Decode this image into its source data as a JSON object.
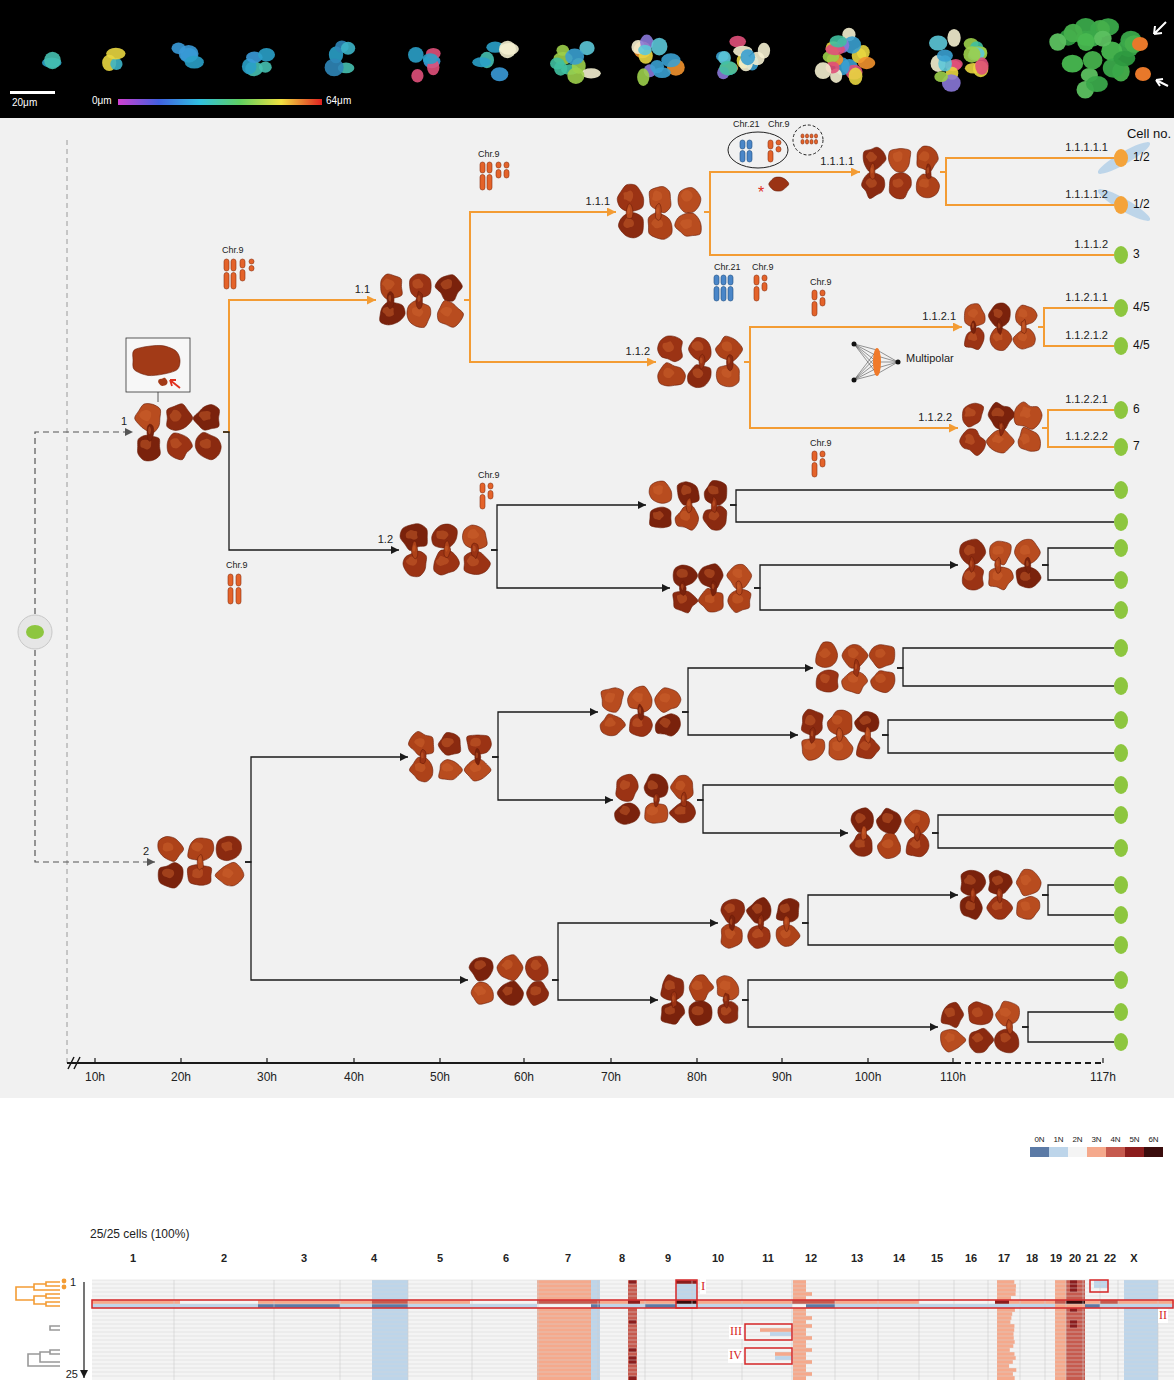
{
  "diagram": {
    "nodes": [
      {
        "text": [
          "1"
        ]
      },
      {
        "text": [
          "1.1"
        ]
      },
      {
        "text": [
          "1.1.1"
        ]
      },
      {
        "text": [
          "1.1.1.1"
        ]
      },
      {
        "text": [
          "1.1.2"
        ]
      },
      {
        "text": [
          "1.1.2.1"
        ]
      },
      {
        "text": [
          "1.1.2.2"
        ]
      },
      {
        "text": [
          "1.2"
        ]
      },
      {
        "text": [
          "2"
        ]
      },
      {
        "text": [
          "1.1.1.1.1",
          "1/2"
        ]
      },
      {
        "text": [
          "1.1.1.1.2",
          "1/2"
        ]
      },
      {
        "text": [
          "1.1.1.2",
          "3"
        ]
      },
      {
        "text": [
          "1.1.2.1.1",
          "4/5"
        ]
      },
      {
        "text": [
          "1.1.2.1.2",
          "4/5"
        ]
      },
      {
        "text": [
          "1.1.2.2.1",
          "6"
        ]
      },
      {
        "text": [
          "1.1.2.2.2",
          "7"
        ]
      }
    ],
    "edges": [
      {
        "from": 0,
        "to": 1,
        "arrow": "to"
      },
      {
        "from": 0,
        "to": 7,
        "arrow": "to"
      },
      {
        "from": 1,
        "to": 2,
        "arrow": "to"
      },
      {
        "from": 1,
        "to": 4,
        "arrow": "to"
      },
      {
        "from": 2,
        "to": 3,
        "arrow": "to"
      },
      {
        "from": 2,
        "to": 11,
        "arrow": "none"
      },
      {
        "from": 3,
        "to": 9,
        "arrow": "none"
      },
      {
        "from": 3,
        "to": 10,
        "arrow": "none"
      },
      {
        "from": 4,
        "to": 5,
        "arrow": "to"
      },
      {
        "from": 4,
        "to": 6,
        "arrow": "to"
      },
      {
        "from": 5,
        "to": 12,
        "arrow": "none"
      },
      {
        "from": 5,
        "to": 13,
        "arrow": "none"
      },
      {
        "from": 6,
        "to": 14,
        "arrow": "none"
      },
      {
        "from": 6,
        "to": 15,
        "arrow": "none"
      }
    ],
    "labels": [
      "20μm",
      "0μm",
      "64μm",
      "Cell no.",
      "Chr.21",
      "Chr.9",
      "Chr.9",
      "Chr.9",
      "*",
      "Chr.21",
      "Chr.9",
      "Chr.9",
      "Multipolar",
      "Chr.9",
      "Chr.9",
      "Chr.9",
      "10h",
      "20h",
      "30h",
      "40h",
      "50h",
      "60h",
      "70h",
      "80h",
      "90h",
      "100h",
      "110h",
      "117h",
      "25/25 cells (100%)",
      "1",
      "2",
      "3",
      "4",
      "5",
      "6",
      "7",
      "8",
      "9",
      "10",
      "11",
      "12",
      "13",
      "14",
      "15",
      "16",
      "17",
      "18",
      "19",
      "20",
      "21",
      "22",
      "X",
      "I",
      "II",
      "III",
      "IV",
      "1",
      "25"
    ],
    "legend": [
      {
        "text": "0N",
        "color": "#5b7aa6"
      },
      {
        "text": "1N",
        "color": "#bdd5ea"
      },
      {
        "text": "2N",
        "color": "#f4f4f4"
      },
      {
        "text": "3N",
        "color": "#f5a98c"
      },
      {
        "text": "4N",
        "color": "#c65a4e"
      },
      {
        "text": "5N",
        "color": "#8c1d1d"
      },
      {
        "text": "6N",
        "color": "#3a0c0c"
      }
    ]
  }
}
